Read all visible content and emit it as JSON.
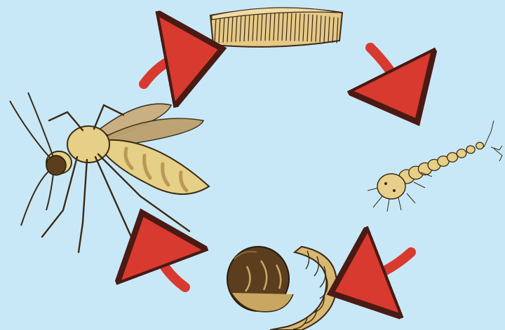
{
  "diagram": {
    "stages": [
      {
        "id": "egg-raft",
        "name": "egg-raft-illustration"
      },
      {
        "id": "larva",
        "name": "larva-illustration"
      },
      {
        "id": "pupa",
        "name": "pupa-illustration"
      },
      {
        "id": "adult",
        "name": "adult-mosquito-illustration"
      }
    ],
    "arrows": [
      {
        "from": "adult",
        "to": "egg-raft",
        "icon": "curved-arrow-icon"
      },
      {
        "from": "egg-raft",
        "to": "larva",
        "icon": "curved-arrow-icon"
      },
      {
        "from": "larva",
        "to": "pupa",
        "icon": "curved-arrow-icon"
      },
      {
        "from": "pupa",
        "to": "adult",
        "icon": "curved-arrow-icon"
      }
    ]
  },
  "colors": {
    "background": "#c9e8f7",
    "arrow": "#d83a2f",
    "body": "#e6cf86",
    "body_dark": "#b89a52",
    "outline": "#3a2a14",
    "wing": "#c9ad7c",
    "egg": "#e6c988",
    "pupa_head": "#5a3e1e"
  }
}
